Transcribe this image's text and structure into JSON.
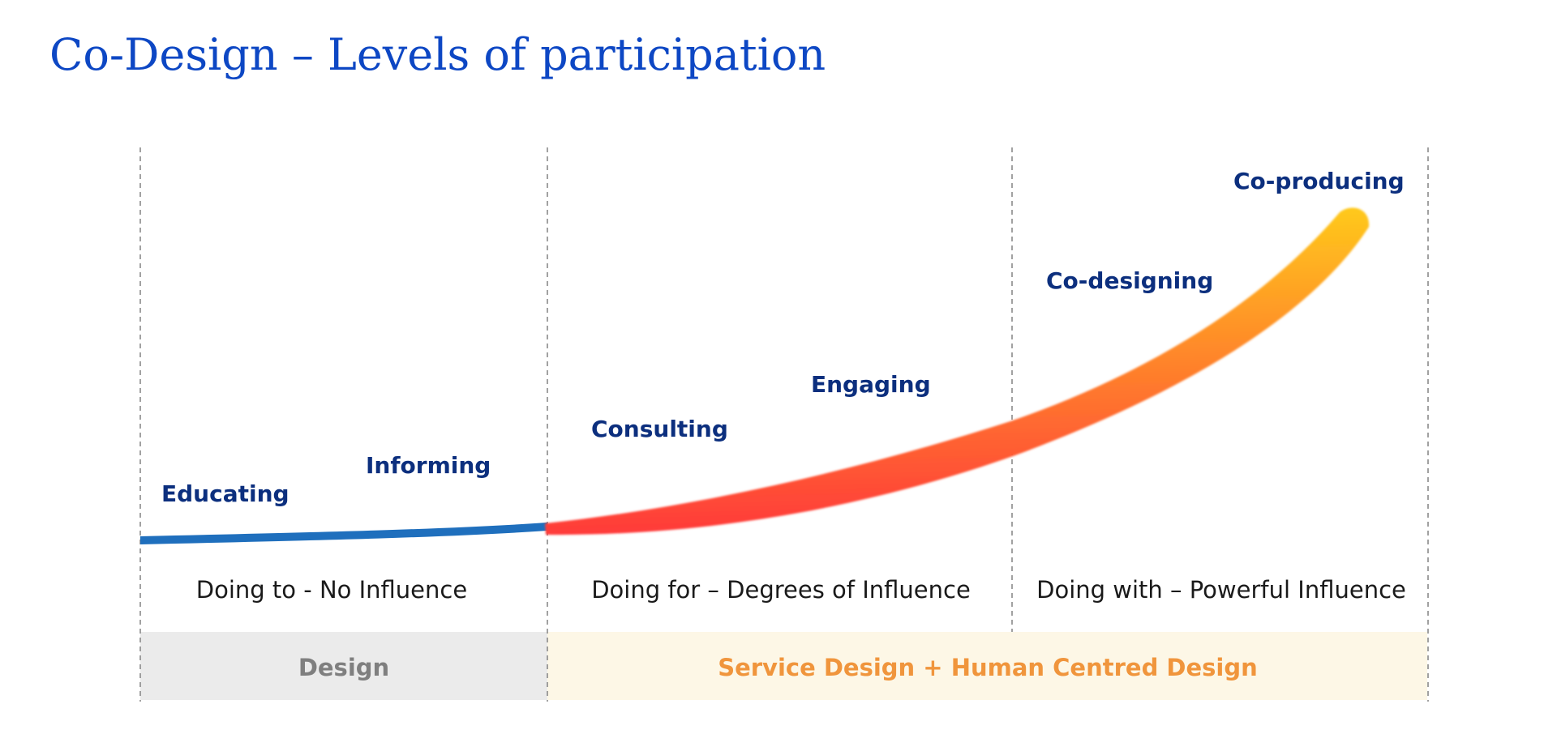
{
  "title": "Co-Design – Levels of participation",
  "stages": [
    {
      "label": "Educating"
    },
    {
      "label": "Informing"
    },
    {
      "label": "Consulting"
    },
    {
      "label": "Engaging"
    },
    {
      "label": "Co-designing"
    },
    {
      "label": "Co-producing"
    }
  ],
  "zones": [
    {
      "label": "Doing to - No Influence"
    },
    {
      "label": "Doing for – Degrees of Influence"
    },
    {
      "label": "Doing with – Powerful Influence"
    }
  ],
  "bands": [
    {
      "label": "Design"
    },
    {
      "label": "Service Design + Human Centred Design"
    }
  ],
  "colors": {
    "title": "#0d47c4",
    "stage_text": "#0c2f7e",
    "baseline_curve": "#1f6fbd",
    "curve_gradient_top": "#ffd21a",
    "curve_gradient_bottom": "#ff3a3a",
    "divider": "#8a8a8a",
    "design_band_bg": "#ebebeb",
    "design_band_text": "#7f7f7f",
    "service_band_bg": "#fdf7e6",
    "service_band_text": "#f0953c"
  }
}
